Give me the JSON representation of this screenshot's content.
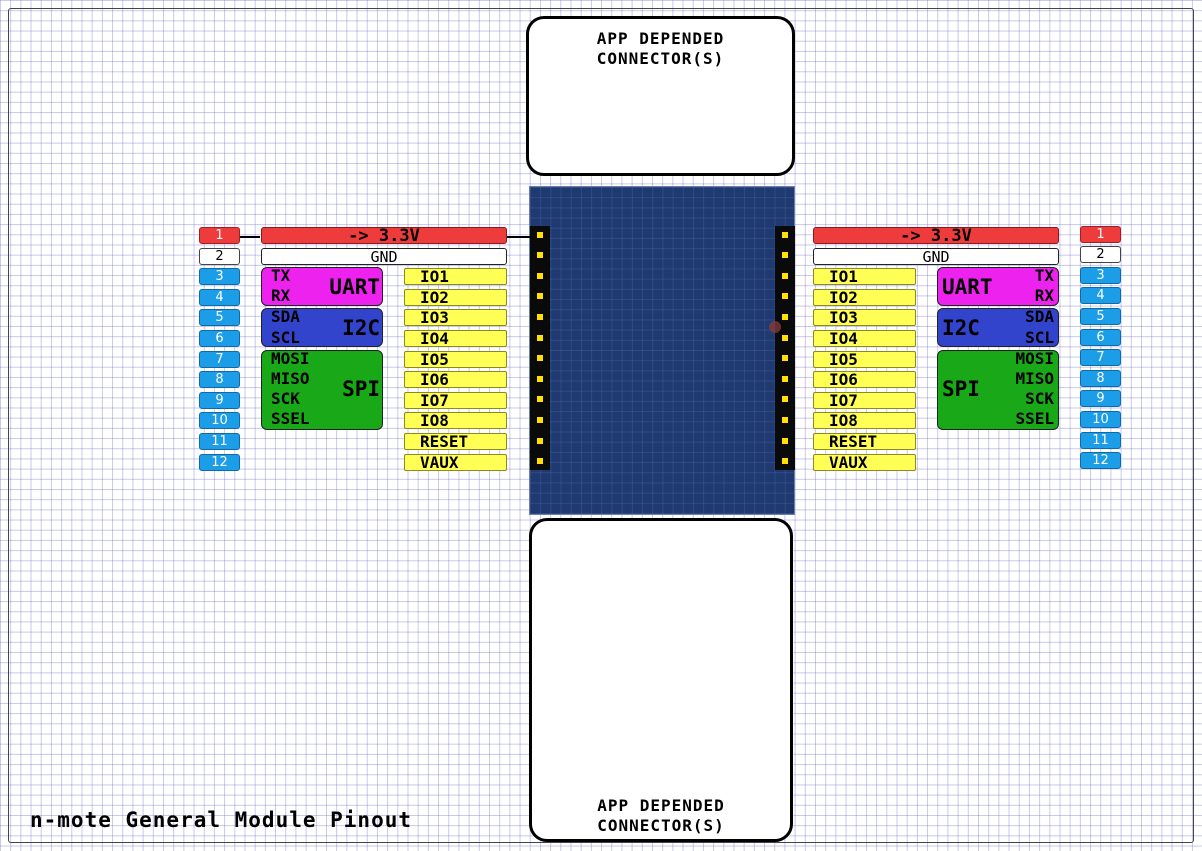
{
  "title": "n-mote General Module Pinout",
  "connector_top": {
    "label": "APP DEPENDED\nCONNECTOR(S)"
  },
  "connector_bottom": {
    "label": "APP DEPENDED\nCONNECTOR(S)"
  },
  "pin_numbers": [
    "1",
    "2",
    "3",
    "4",
    "5",
    "6",
    "7",
    "8",
    "9",
    "10",
    "11",
    "12"
  ],
  "power": {
    "v33": "-> 3.3V",
    "gnd": "GND"
  },
  "io_labels": [
    "IO1",
    "IO2",
    "IO3",
    "IO4",
    "IO5",
    "IO6",
    "IO7",
    "IO8",
    "RESET",
    "VAUX"
  ],
  "uart": {
    "name": "UART",
    "signals": [
      "TX",
      "RX"
    ]
  },
  "i2c": {
    "name": "I2C",
    "signals": [
      "SDA",
      "SCL"
    ]
  },
  "spi": {
    "name": "SPI",
    "signals": [
      "MOSI",
      "MISO",
      "SCK",
      "SSEL"
    ]
  },
  "colors": {
    "power": "#ee3b3b",
    "gnd": "#ffffff",
    "pin_number": "#1b9de8",
    "io": "#ffff55",
    "uart": "#ee22ee",
    "i2c": "#3344cc",
    "spi": "#18a818",
    "board": "#1e3a70",
    "header": "#0a0a0a",
    "header_pin": "#ffe000"
  }
}
